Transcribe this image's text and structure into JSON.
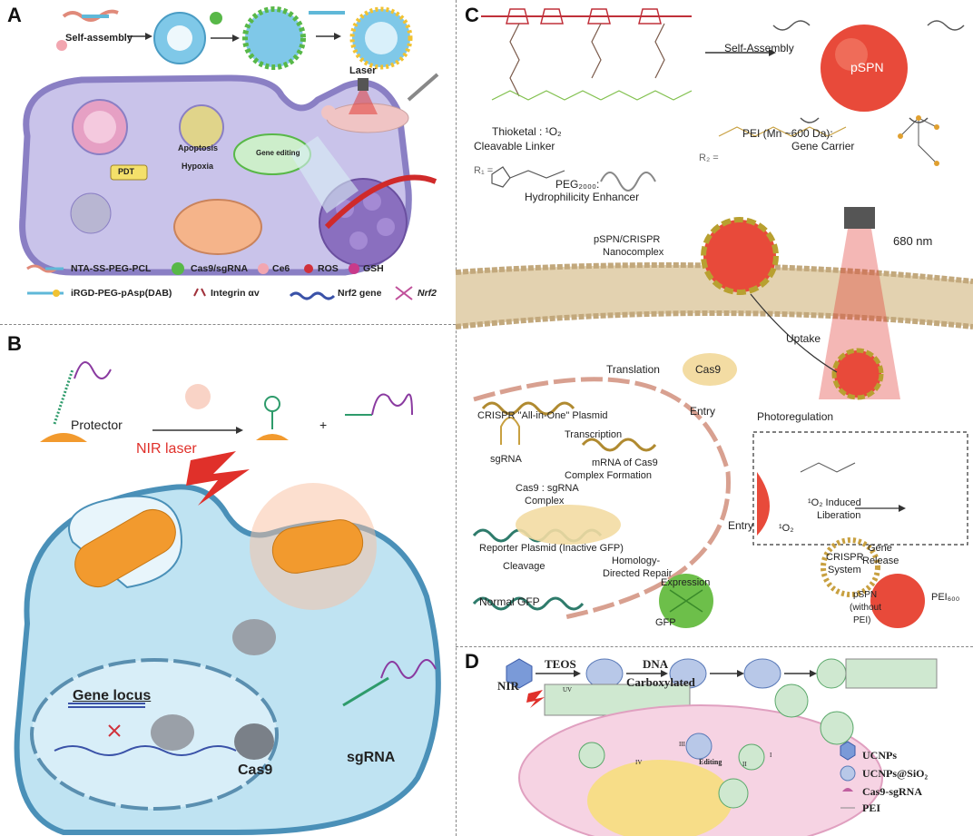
{
  "panels": {
    "A": {
      "letter": "A",
      "self_assembly": "Self-assembly",
      "laser": "Laser",
      "apoptosis": "Apoptosis",
      "pdt": "PDT",
      "hypoxia": "Hypoxia",
      "gene_editing": "Gene editing",
      "legend": {
        "item1": "NTA-SS-PEG-PCL",
        "item2": "Cas9/sgRNA",
        "item3": "Ce6",
        "item4": "ROS",
        "item5": "GSH",
        "item6": "iRGD-PEG-pAsp(DAB)",
        "item7": "Integrin αv",
        "item8": "Nrf2 gene",
        "item9": "Nrf2"
      }
    },
    "B": {
      "letter": "B",
      "protector": "Protector",
      "nir_laser": "NIR laser",
      "gene_locus": "Gene locus",
      "cas9": "Cas9",
      "sgrna": "sgRNA",
      "plus": "+"
    },
    "C": {
      "letter": "C",
      "self_assembly": "Self-Assembly",
      "pspn": "pSPN",
      "thioketal": "Thioketal : ¹O₂",
      "cleavable_linker": "Cleavable Linker",
      "r1": "R₁ =",
      "peg": "PEG₂₀₀₀:",
      "hydrophilicity": "Hydrophilicity Enhancer",
      "pei_mn": "PEI (Mn ~600 Da):",
      "gene_carrier": "Gene Carrier",
      "r2": "R₂ =",
      "nanocomplex1": "pSPN/CRISPR",
      "nanocomplex2": "Nanocomplex",
      "nm680": "680 nm",
      "uptake": "Uptake",
      "translation": "Translation",
      "cas9": "Cas9",
      "plasmid": "CRISPR \"All-in-One\" Plasmid",
      "entry1": "Entry",
      "photoregulation": "Photoregulation",
      "transcription": "Transcription",
      "sgrna": "sgRNA",
      "mrna": "mRNA of Cas9",
      "complex_formation": "Complex Formation",
      "cas9_complex1": "Cas9 : sgRNA",
      "cas9_complex2": "Complex",
      "o2_induced": "¹O₂ Induced",
      "liberation": "Liberation",
      "o2": "¹O₂",
      "entry2": "Entry",
      "reporter": "Reporter Plasmid (Inactive GFP)",
      "cleavage": "Cleavage",
      "homology1": "Homology-",
      "homology2": "Directed Repair",
      "crispr1": "CRISPR",
      "crispr2": "System",
      "gene_release1": "Gene",
      "gene_release2": "Release",
      "pei600": "PEI₆₀₀",
      "normal_gfp": "Normal GFP",
      "expression": "Expression",
      "gfp": "GFP",
      "pspn_noPEI1": "pSPN",
      "pspn_noPEI2": "(without",
      "pspn_noPEI3": "PEI)"
    },
    "D": {
      "letter": "D",
      "teos": "TEOS",
      "dna": "DNA",
      "carboxylated": "Carboxylated",
      "nir": "NIR",
      "uv": "UV",
      "editing": "Editing",
      "i": "I",
      "ii": "II",
      "iii": "III",
      "iv": "IV",
      "legend": {
        "ucnps": "UCNPs",
        "ucnps_sio2": "UCNPs@SiO₂",
        "cas9_sgrna": "Cas9-sgRNA",
        "pei": "PEI"
      }
    }
  },
  "colors": {
    "cell_membrane": "#8a7fc4",
    "cytoplasm": "#c9c3ea",
    "nucleus_orange": "#f5b48a",
    "nanoparticle_blue": "#7fc8e8",
    "pspn_red": "#e84a3a",
    "laser_red": "#e0302a",
    "cas9_tan": "#f3dca3",
    "gfp_green": "#6dbf4a",
    "cellB_blue": "#bfe3f2",
    "orange_rod": "#f29a2e",
    "pink_cell": "#f6d3e3",
    "dna_green": "#2e8b57",
    "purple": "#8a3aa0"
  }
}
